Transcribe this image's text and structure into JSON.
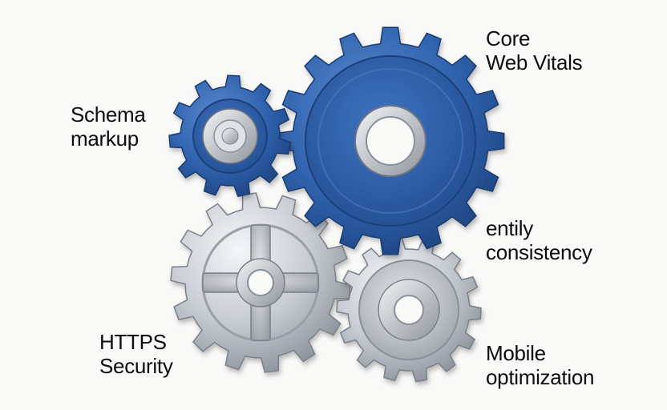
{
  "labels": {
    "schema": {
      "line1": "Schema",
      "line2": "markup"
    },
    "cwv": {
      "line1": "Core",
      "line2": "Web Vitals"
    },
    "entity": {
      "line1": "entily",
      "line2": "consistency"
    },
    "https": {
      "line1": "HTTPS",
      "line2": "Security"
    },
    "mobile": {
      "line1": "Mobile",
      "line2": "optimization"
    }
  },
  "colors": {
    "blue": "#2f62ad",
    "blue_dark": "#1c3f7a",
    "silver": "#c7ccd3",
    "silver_dark": "#8a9099",
    "background": "#f9f9f8"
  },
  "icons": {
    "schema": "gear-icon",
    "cwv": "gear-icon",
    "https": "gear-icon",
    "mobile": "gear-icon"
  }
}
